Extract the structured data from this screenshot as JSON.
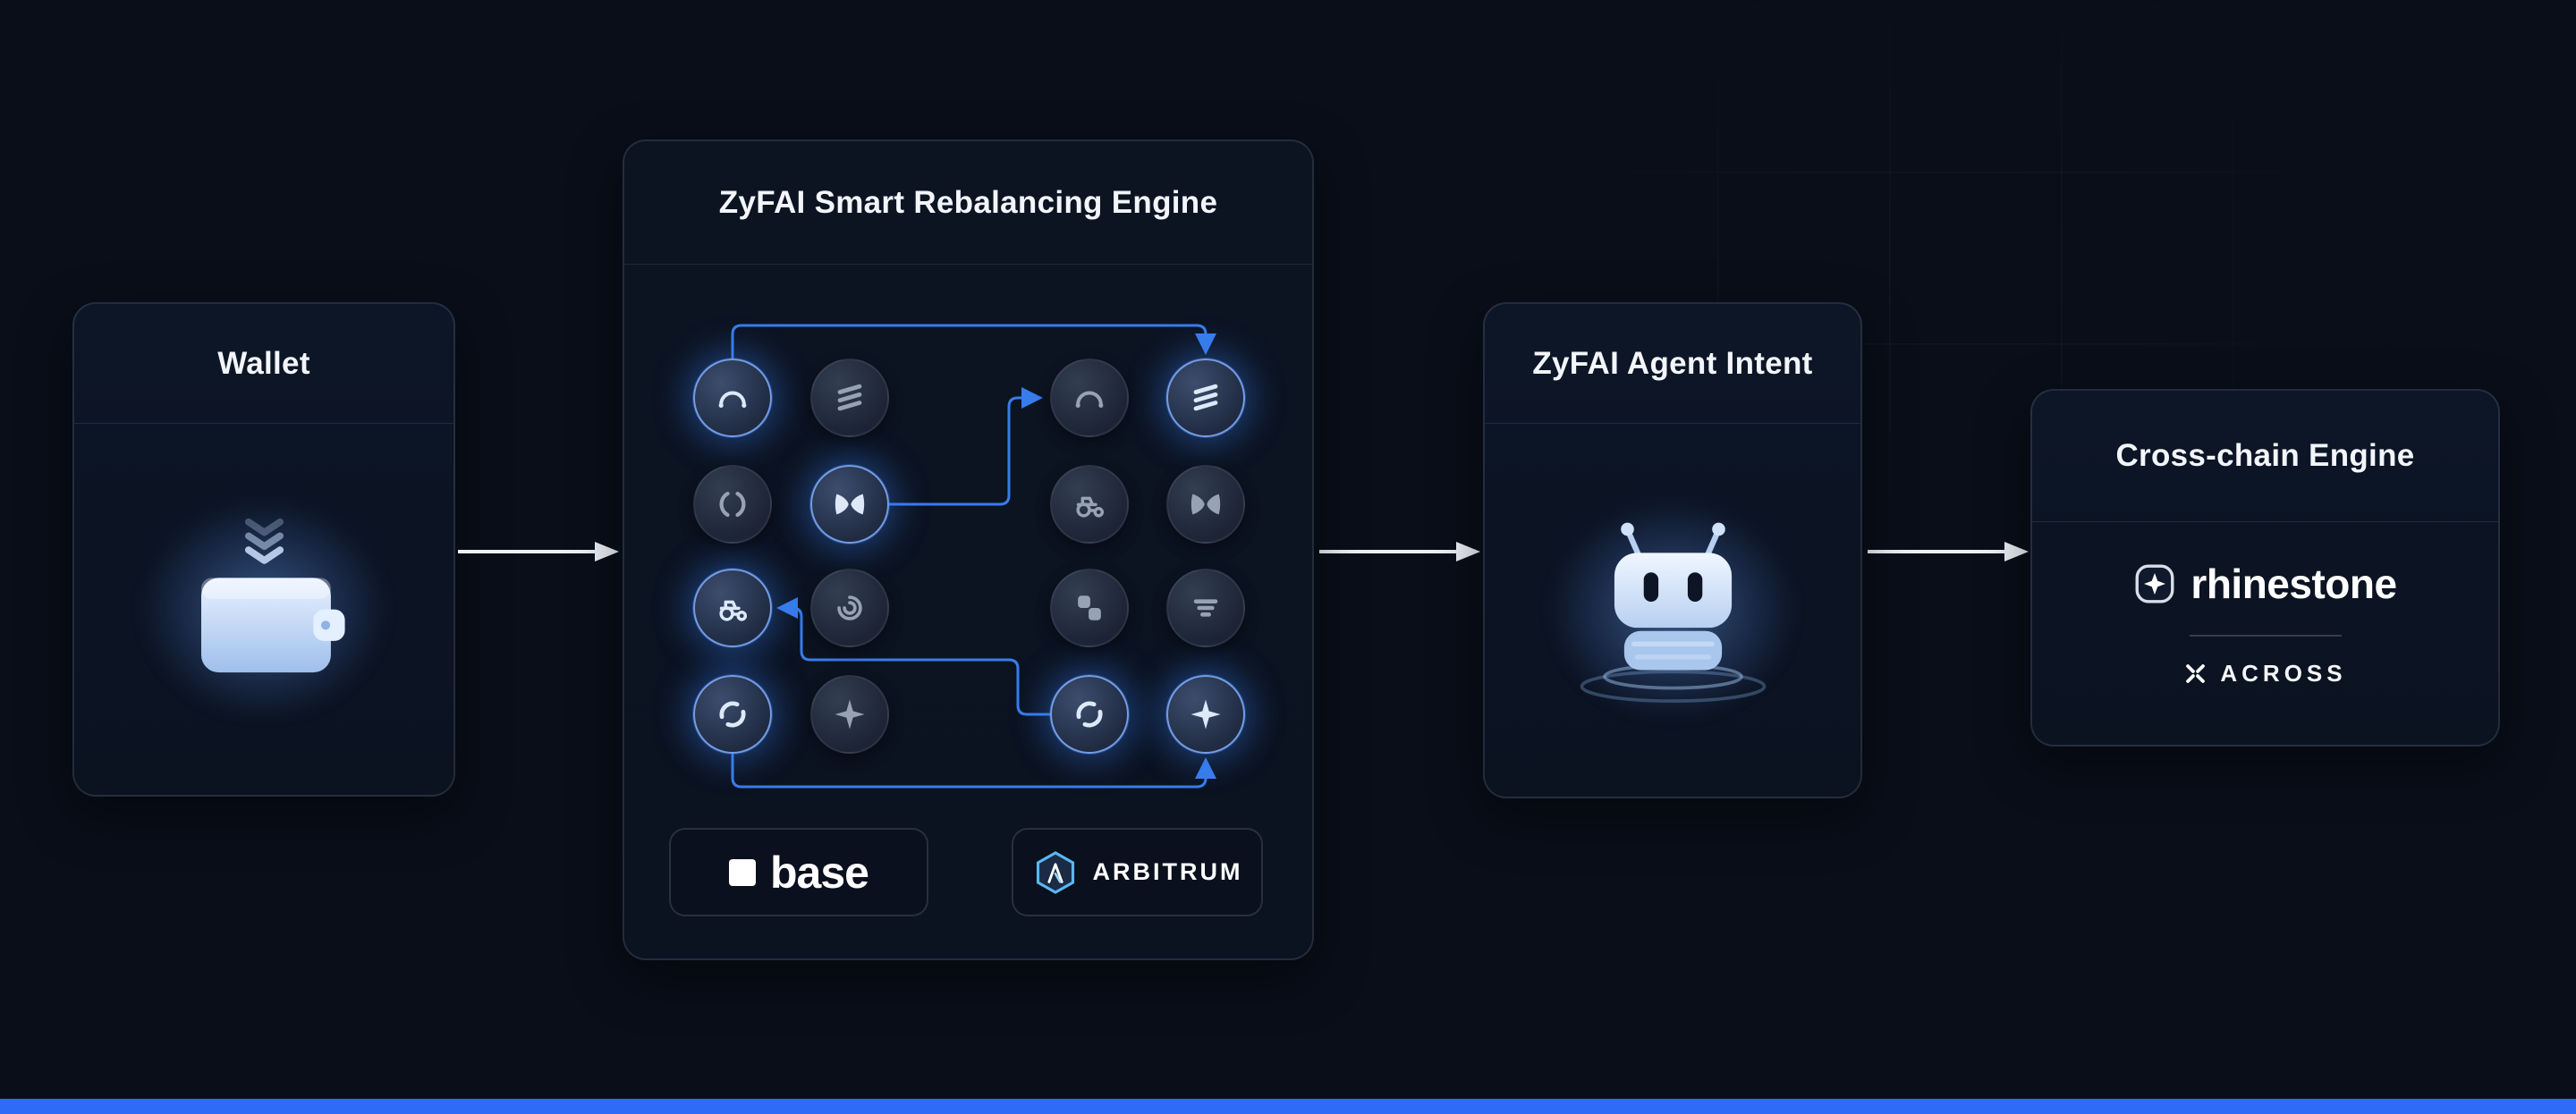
{
  "diagram": {
    "wallet": {
      "title": "Wallet"
    },
    "engine": {
      "title": "ZyFAI Smart Rebalancing Engine",
      "grid": [
        {
          "icon": "arc-protocol-icon",
          "glow": true
        },
        {
          "icon": "layers-protocol-icon",
          "glow": false
        },
        {
          "icon": "arc-protocol-icon",
          "glow": false
        },
        {
          "icon": "layers-protocol-icon",
          "glow": true
        },
        {
          "icon": "brackets-protocol-icon",
          "glow": false
        },
        {
          "icon": "butterfly-protocol-icon",
          "glow": true
        },
        {
          "icon": "tractor-protocol-icon",
          "glow": false
        },
        {
          "icon": "butterfly-protocol-icon",
          "glow": false
        },
        {
          "icon": "tractor-protocol-icon",
          "glow": true
        },
        {
          "icon": "shutter-protocol-icon",
          "glow": false
        },
        {
          "icon": "curve-protocol-icon",
          "glow": false
        },
        {
          "icon": "lines-protocol-icon",
          "glow": false
        },
        {
          "icon": "disc-protocol-icon",
          "glow": true
        },
        {
          "icon": "spark-protocol-icon",
          "glow": false
        },
        {
          "icon": "disc-protocol-icon",
          "glow": true
        },
        {
          "icon": "spark-protocol-icon",
          "glow": true
        }
      ],
      "badges": {
        "base": {
          "label": "base"
        },
        "arbitrum": {
          "label": "ARBITRUM"
        }
      }
    },
    "agent": {
      "title": "ZyFAI Agent Intent"
    },
    "crosschain": {
      "title": "Cross-chain Engine",
      "providers": [
        {
          "name": "rhinestone",
          "label": "rhinestone"
        },
        {
          "name": "across",
          "label": "ACROSS"
        }
      ]
    }
  },
  "colors": {
    "accent_blue": "#3b82f6",
    "bottom_bar": "#2e6bf6"
  }
}
